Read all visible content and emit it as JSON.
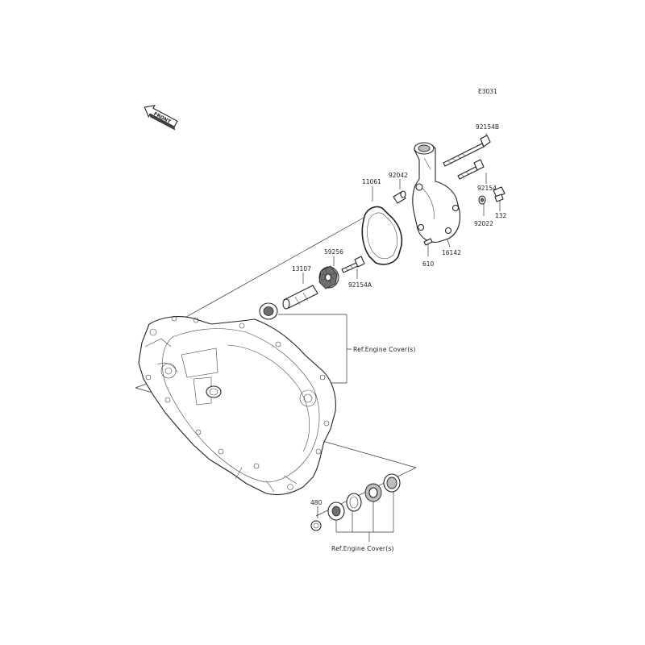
{
  "diagram_code": "E3031",
  "front_label": "FRONT",
  "ref_labels": {
    "upper": "Ref.Engine Cover(s)",
    "lower": "Ref.Engine Cover(s)"
  },
  "parts": {
    "p92154B": "92154B",
    "p92154": "92154",
    "p132": "132",
    "p92022": "92022",
    "p16142": "16142",
    "p610": "610",
    "p11061": "11061",
    "p92042": "92042",
    "p59256": "59256",
    "p13107": "13107",
    "p92154A": "92154A",
    "p480": "480"
  }
}
